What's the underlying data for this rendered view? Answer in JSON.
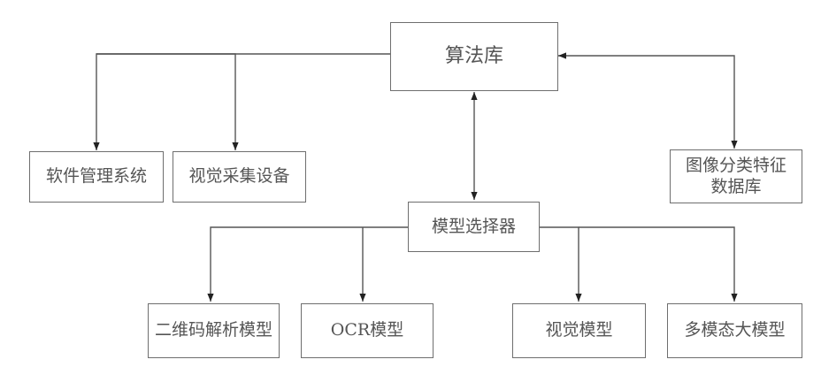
{
  "diagram": {
    "nodes": {
      "algorithm_library": "算法库",
      "software_system": "软件管理系统",
      "vision_device": "视觉采集设备",
      "image_feature_db": "图像分类特征数据库",
      "model_selector": "模型选择器",
      "qr_model": "二维码解析模型",
      "ocr_model": "OCR模型",
      "vision_model": "视觉模型",
      "multimodal_model": "多模态大模型"
    },
    "edges": [
      {
        "from": "algorithm_library",
        "to": "software_system",
        "arrow": "end"
      },
      {
        "from": "algorithm_library",
        "to": "vision_device",
        "arrow": "end"
      },
      {
        "from": "algorithm_library",
        "to": "image_feature_db",
        "arrow": "both"
      },
      {
        "from": "algorithm_library",
        "to": "model_selector",
        "arrow": "both"
      },
      {
        "from": "model_selector",
        "to": "qr_model",
        "arrow": "end"
      },
      {
        "from": "model_selector",
        "to": "ocr_model",
        "arrow": "end"
      },
      {
        "from": "model_selector",
        "to": "vision_model",
        "arrow": "end"
      },
      {
        "from": "model_selector",
        "to": "multimodal_model",
        "arrow": "end"
      }
    ]
  }
}
